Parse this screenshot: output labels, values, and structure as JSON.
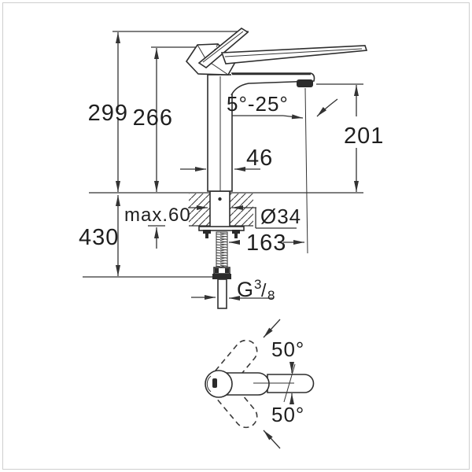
{
  "drawing": {
    "subject": "single-lever basin mixer faucet dimensional drawing",
    "units": "mm",
    "labels": {
      "overall_height": "299",
      "lever_height": "266",
      "spout_angle_range": "5°-25°",
      "outlet_height": "201",
      "body_width": "46",
      "counter_thickness": "max.60",
      "hole_diameter": "Ø34",
      "hose_drop": "430",
      "projection": "163",
      "thread_g": "G",
      "thread_numerator": "3",
      "thread_slash": "/",
      "thread_denominator": "8",
      "swivel_upper": "50°",
      "swivel_lower": "50°"
    },
    "colors": {
      "line": "#333333",
      "background": "#ffffff",
      "frame_border": "#cfcfcf"
    }
  }
}
